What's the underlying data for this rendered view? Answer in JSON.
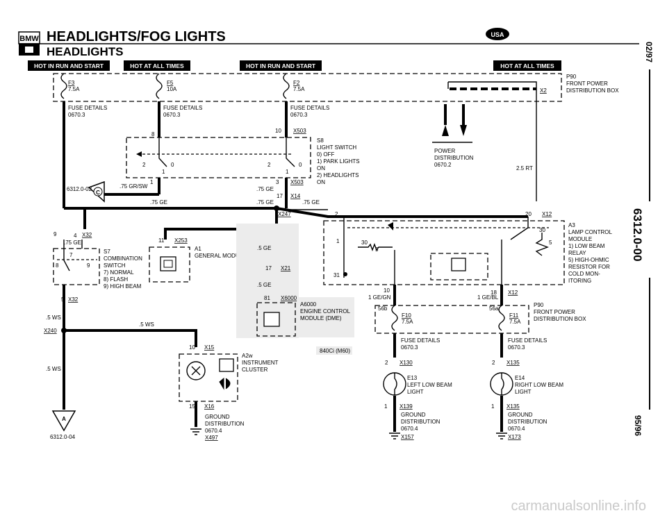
{
  "header": {
    "brand": "BMW",
    "title": "HEADLIGHTS/FOG LIGHTS",
    "subtitle": "HEADLIGHTS",
    "region_badge": "USA"
  },
  "side": {
    "date_top": "02/97",
    "code": "6312.0-00",
    "date_bottom": "95/96"
  },
  "watermark": "carmanualsonline.info",
  "banners": [
    "HOT IN RUN AND START",
    "HOT AT ALL TIMES",
    "HOT IN RUN AND START",
    "HOT AT ALL TIMES"
  ],
  "fuse_box_top": {
    "fuses": [
      {
        "id": "F3",
        "rating": "7.5A"
      },
      {
        "id": "F5",
        "rating": "10A"
      },
      {
        "id": "F2",
        "rating": "7.5A"
      }
    ],
    "ref": "P90",
    "name": [
      "FRONT POWER",
      "DISTRIBUTION BOX"
    ],
    "connector": "X2"
  },
  "fuse_details": [
    "FUSE DETAILS",
    "0670.3"
  ],
  "light_switch": {
    "ref": "S8",
    "lines": [
      "LIGHT SWITCH",
      "0)  OFF",
      "1)  PARK LIGHTS",
      "      ON",
      "2)  HEADLIGHTS",
      "      ON"
    ],
    "pins": [
      "8",
      "10",
      "2",
      "0",
      "1",
      "2",
      "0",
      "1",
      "1",
      "3"
    ],
    "connectors": [
      "X503",
      "X503",
      "X14"
    ],
    "pin_17": "17"
  },
  "power_distribution": [
    "POWER",
    "DISTRIBUTION",
    "0670.2"
  ],
  "wires": {
    "gr_sw": ".75 GR/SW",
    "ge": ".75 GE",
    "ge_short": ".5 GE",
    "ws": ".5 WS",
    "rt": "2.5 RT",
    "ge_gn": "1 GE/GN",
    "ge_bl": "1 GE/BL"
  },
  "refs": {
    "r1": "6312.0-02",
    "r2": "6312.0-04",
    "marker_c": "C",
    "marker_a": "A"
  },
  "connectors": {
    "x32": "X32",
    "x247": "X247",
    "x253": "X253",
    "x21": "X21",
    "x6000": "X6000",
    "x240": "X240",
    "x15": "X15",
    "x16": "X16",
    "x12": "X12",
    "x130": "X130",
    "x135": "X135",
    "x139": "X139",
    "x157": "X157",
    "x173": "X173",
    "x497": "X497"
  },
  "pins": {
    "p2": "2",
    "p20": "20",
    "p9": "9",
    "p4": "4",
    "p7": "7",
    "p8": "8",
    "p5": "5",
    "p11": "11",
    "p17": "17",
    "p81": "81",
    "p10": "10",
    "p18": "18",
    "p15": "15",
    "p1": "1",
    "p30": "30",
    "p31": "31",
    "p56b": "56b",
    "p56a": "56a"
  },
  "combination_switch": {
    "ref": "S7",
    "lines": [
      "COMBINATION",
      "SWITCH",
      "7)  NORMAL",
      "8)  FLASH",
      "9)  HIGH BEAM"
    ]
  },
  "general_module": {
    "ref": "A1",
    "name": "GENERAL MODULE"
  },
  "engine_control": {
    "ref": "A6000",
    "lines": [
      "ENGINE CONTROL",
      "MODULE (DME)"
    ],
    "note": "840Ci (M60)"
  },
  "instrument_cluster": {
    "ref": "A2w",
    "lines": [
      "INSTRUMENT",
      "CLUSTER"
    ]
  },
  "lamp_control": {
    "ref": "A3",
    "lines": [
      "LAMP CONTROL",
      "MODULE",
      "1)  LOW BEAM",
      "      RELAY",
      "5)  HIGH-OHMIC",
      "      RESISTOR FOR",
      "      COLD MON-",
      "      ITORING"
    ]
  },
  "fuse_box_bottom": {
    "fuses": [
      {
        "id": "F10",
        "rating": "7.5A"
      },
      {
        "id": "F11",
        "rating": "7.5A"
      }
    ],
    "ref": "P90",
    "name": [
      "FRONT POWER",
      "DISTRIBUTION BOX"
    ]
  },
  "lamps": [
    {
      "ref": "E13",
      "lines": [
        "LEFT LOW BEAM",
        "LIGHT"
      ]
    },
    {
      "ref": "E14",
      "lines": [
        "RIGHT LOW BEAM",
        "LIGHT"
      ]
    }
  ],
  "ground": [
    "GROUND",
    "DISTRIBUTION",
    "0670.4"
  ]
}
